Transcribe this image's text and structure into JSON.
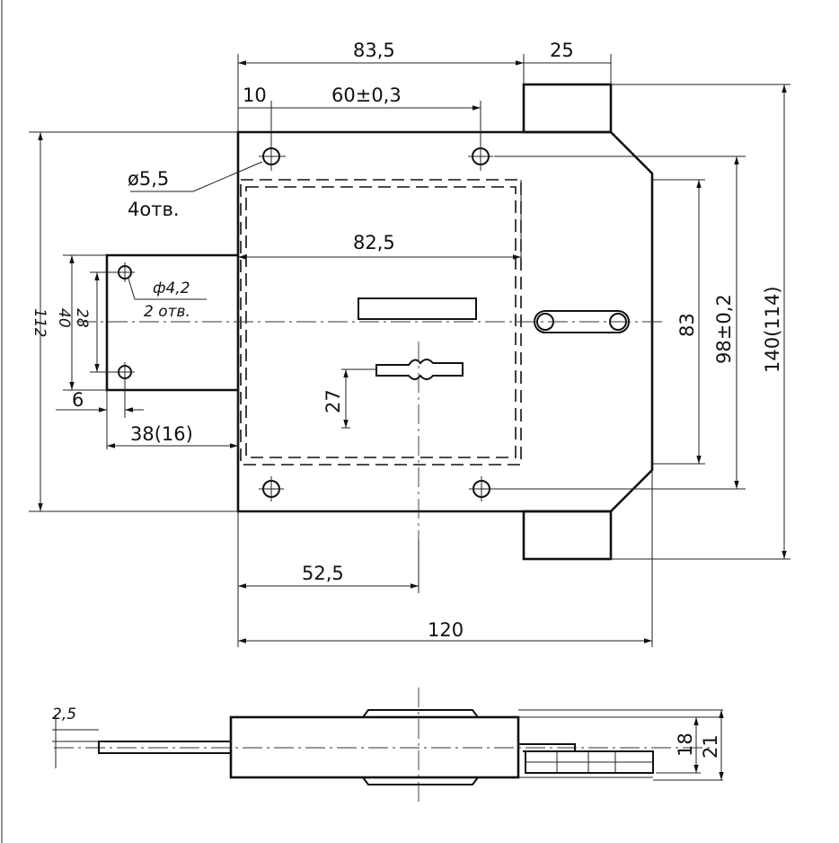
{
  "dims": {
    "d83_5": "83,5",
    "d25": "25",
    "d10": "10",
    "d60": "60±0,3",
    "d5_5": "ø5,5",
    "d4otv": "4отв.",
    "d82_5": "82,5",
    "d4_2": "ф4,2",
    "d2otv": "2 отв.",
    "d112": "112",
    "d40": "40",
    "d28": "28",
    "d6": "6",
    "d38": "38(16)",
    "d27": "27",
    "d83": "83",
    "d98": "98±0,2",
    "d140": "140(114)",
    "d52_5": "52,5",
    "d120": "120",
    "d2_5": "2,5",
    "d18": "18",
    "d21": "21"
  },
  "colors": {
    "line": "#111111",
    "paper": "#ffffff"
  }
}
